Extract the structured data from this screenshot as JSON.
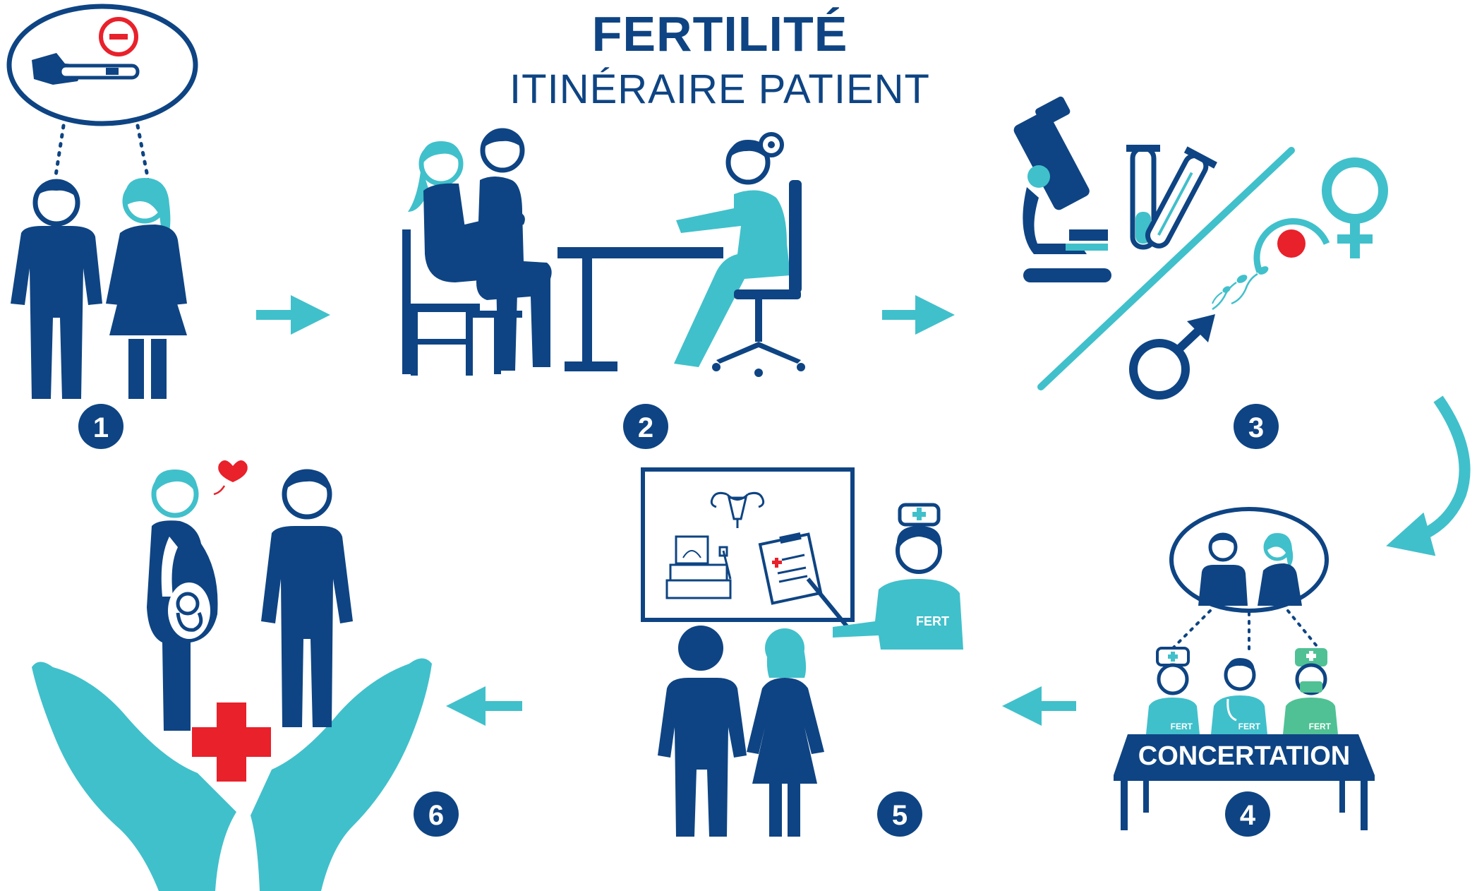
{
  "title": "FERTILITÉ",
  "subtitle": "ITINÉRAIRE PATIENT",
  "colors": {
    "navy": "#0e4483",
    "teal": "#40c0cb",
    "red": "#e8212b",
    "green": "#4fc195",
    "white": "#ffffff"
  },
  "steps": [
    {
      "number": "1",
      "scene": "pregnancy-test-negative-couple"
    },
    {
      "number": "2",
      "scene": "consultation"
    },
    {
      "number": "3",
      "scene": "laboratory-tests"
    },
    {
      "number": "4",
      "scene": "concertation-meeting",
      "banner": "CONCERTATION",
      "badge": "FERT"
    },
    {
      "number": "5",
      "scene": "nurse-explanation",
      "badge": "FERT"
    },
    {
      "number": "6",
      "scene": "pregnancy-care"
    }
  ]
}
